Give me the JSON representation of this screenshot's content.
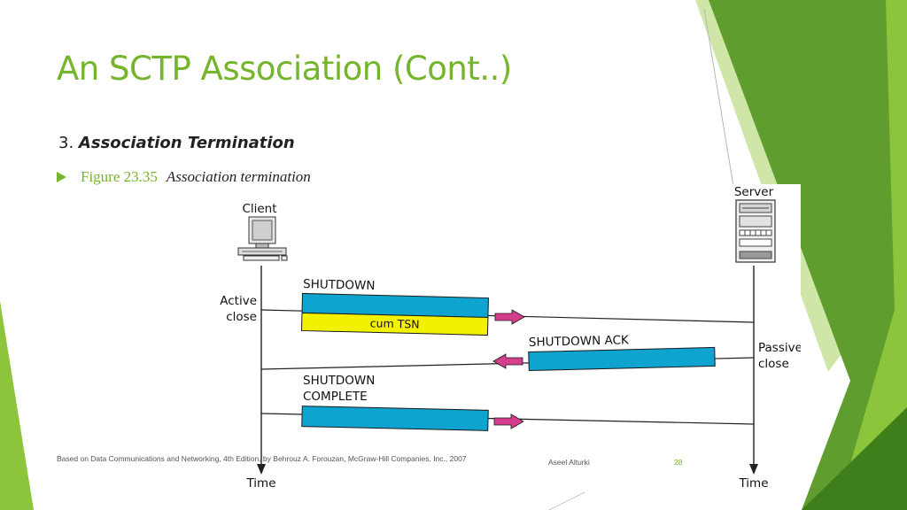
{
  "slide": {
    "title": "An SCTP Association (Cont..)",
    "section_number": "3.",
    "section_title": "Association Termination",
    "figure_number": "Figure 23.35",
    "figure_caption": "Association termination",
    "footer_source": "Based on Data Communications and Networking, 4th Edition. by Behrouz A. Forouzan,   McGraw-Hill Companies, Inc., 2007",
    "footer_author": "Aseel Alturki",
    "page_number": "28"
  },
  "diagram": {
    "client_label": "Client",
    "server_label": "Server",
    "active_close": [
      "Active",
      "close"
    ],
    "passive_close": [
      "Passive",
      "close"
    ],
    "time_label": "Time",
    "messages": {
      "shutdown": "SHUTDOWN",
      "cum_tsn": "cum TSN",
      "shutdown_ack": "SHUTDOWN ACK",
      "shutdown_complete": [
        "SHUTDOWN",
        "COMPLETE"
      ]
    }
  },
  "colors": {
    "accent_green": "#74b52c",
    "chunk_blue": "#0fa3cf",
    "chunk_yellow": "#f2f200",
    "arrow_magenta": "#d63d8c"
  },
  "icons": [
    "bullet-triangle-icon",
    "client-computer-icon",
    "server-tower-icon"
  ]
}
